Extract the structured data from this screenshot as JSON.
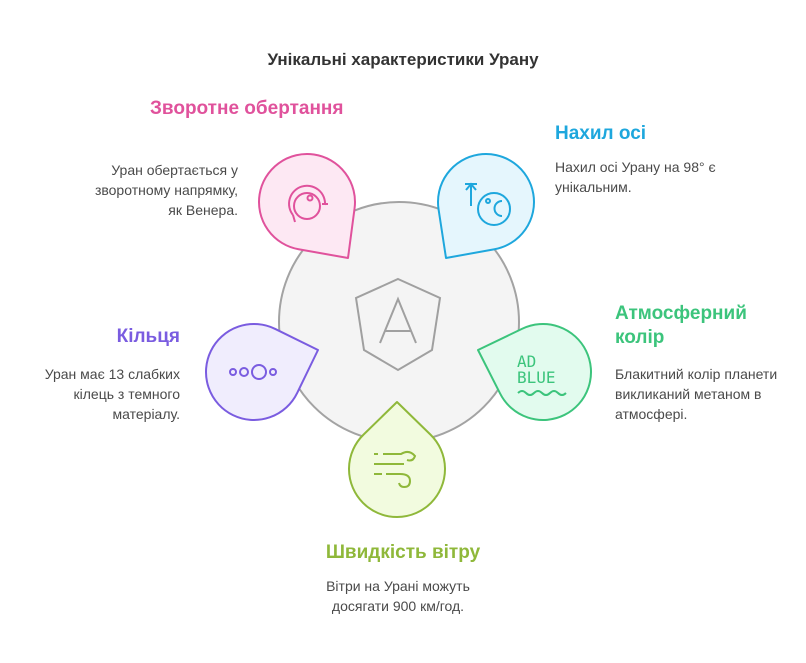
{
  "title": "Унікальні характеристики Урану",
  "items": [
    {
      "heading": "Зворотне обертання",
      "text": "Уран обертається у зворотному напрямку, як Венера.",
      "color": "#e0529c",
      "fill": "#fde8f3",
      "icon": "rotation-icon"
    },
    {
      "heading": "Нахил осі",
      "text": "Нахил осі Урану на 98° є унікальним.",
      "color": "#1ea7dd",
      "fill": "#e5f6fd",
      "icon": "tilt-temperature-icon"
    },
    {
      "heading": "Атмосферний колір",
      "text": "Блакитний колір планети викликаний метаном в атмосфері.",
      "color": "#3cc47c",
      "fill": "#e2fbee",
      "icon": "ad-blue-icon",
      "icon_text": [
        "AD",
        "BLUE"
      ]
    },
    {
      "heading": "Швидкість вітру",
      "text": "Вітри на Урані можуть досягати 900 км/год.",
      "color": "#8fb83a",
      "fill": "#f2fbdf",
      "icon": "wind-icon"
    },
    {
      "heading": "Кільця",
      "text": "Уран має 13 слабких кілець з темного матеріалу.",
      "color": "#7a5ce0",
      "fill": "#f0edfd",
      "icon": "rings-icon"
    }
  ]
}
